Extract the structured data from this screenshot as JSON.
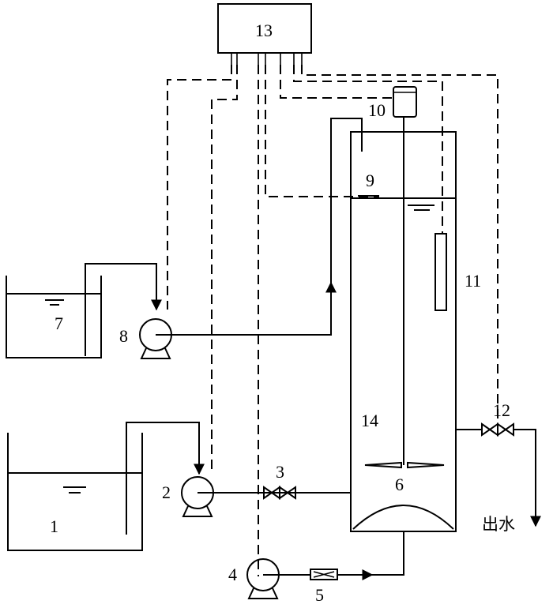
{
  "labels": {
    "tank1": "1",
    "pump2": "2",
    "valve3": "3",
    "pump4": "4",
    "flowmeter5": "5",
    "stirrer6": "6",
    "tank7": "7",
    "pump8": "8",
    "level9": "9",
    "motor10": "10",
    "probe11": "11",
    "valve12": "12",
    "controller13": "13",
    "reactor14": "14",
    "outlet": "出水"
  }
}
